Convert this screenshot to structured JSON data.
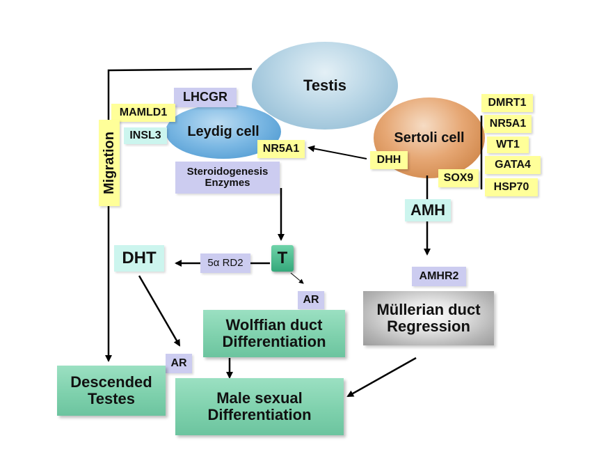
{
  "nodes": {
    "testis": "Testis",
    "leydig_cell": "Leydig cell",
    "sertoli_cell": "Sertoli cell",
    "lhcgr": "LHCGR",
    "mamld1": "MAMLD1",
    "insl3": "INSL3",
    "nr5a1_leydig": "NR5A1",
    "steroidogenesis": "Steroidogenesis Enzymes",
    "migration": "Migration",
    "dhh": "DHH",
    "dmrt1": "DMRT1",
    "nr5a1_sertoli": "NR5A1",
    "wt1": "WT1",
    "gata4": "GATA4",
    "sox9": "SOX9",
    "hsp70": "HSP70",
    "amh": "AMH",
    "amhr2": "AMHR2",
    "t": "T",
    "dht": "DHT",
    "five_alpha_rd2": "5α RD2",
    "ar_t": "AR",
    "ar_dht": "AR",
    "wolffian": "Wolffian duct Differentiation",
    "mullerian": "Müllerian duct Regression",
    "descended_testes": "Descended Testes",
    "male_sexual": "Male sexual Differentiation"
  },
  "colors": {
    "testis": "#9cc3da",
    "leydig": "#5aa4d8",
    "sertoli": "#d98a4c",
    "label_yellow": "#ffff99",
    "label_lavender": "#ccccf0",
    "label_mint": "#ccf5ee",
    "box_green": "#7fd1ad"
  }
}
